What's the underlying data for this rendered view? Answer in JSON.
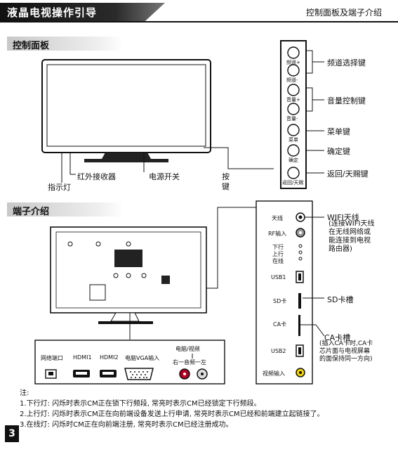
{
  "header": {
    "title": "液晶电视操作引导",
    "right_title": "控制面板及端子介绍"
  },
  "sections": {
    "control_panel": "控制面板",
    "terminals": "端子介绍"
  },
  "tv_labels": {
    "indicator": "指示灯",
    "ir_receiver": "红外接收器",
    "power_switch": "电源开关",
    "keys": "按\n键"
  },
  "side_buttons": {
    "ch_up": "频道+",
    "ch_down": "频道-",
    "vol_up": "音量+",
    "vol_down": "音量-",
    "menu": "菜单",
    "ok": "确定",
    "back": "返回/天赐"
  },
  "callouts": {
    "channel": "频道选择键",
    "volume": "音量控制键",
    "menu": "菜单键",
    "ok": "确定键",
    "back": "返回/天赐键"
  },
  "side_panel": {
    "antenna": "天线",
    "rf_in": "RF输入",
    "down": "下行",
    "up": "上行",
    "online": "在线",
    "usb1": "USB1",
    "sd": "SD卡",
    "ca": "CA卡",
    "usb2": "USB2",
    "video_in": "视频输入"
  },
  "side_callouts": {
    "wifi_title": "WIFI天线",
    "wifi_desc": [
      "(连接WIFI天线",
      "在无线网络或",
      "能连接到电视",
      "路由器)"
    ],
    "sd_slot": "SD卡槽",
    "ca_title": "CA卡槽",
    "ca_desc": [
      "(插入CA卡时,CA卡",
      "芯片面与电视屏幕",
      "的面保持同一方向)"
    ]
  },
  "bottom_panel": {
    "lan": "网络端口",
    "hdmi1": "HDMI1",
    "hdmi2": "HDMI2",
    "vga": "电脑VGA输入",
    "audio_title": "电脑/视频",
    "audio_sub": "右一音频一左"
  },
  "notes": {
    "title": "注:",
    "lines": [
      "1.下行灯: 闪烁时表示CM正在锁下行频段, 常亮时表示CM已经锁定下行频段。",
      "2.上行灯: 闪烁时表示CM正在向前端设备发送上行申请, 常亮时表示CM已经和前端建立起链接了。",
      "3.在线灯: 闪烁时CM正在向前端注册, 常亮时表示CM已经注册成功。"
    ]
  },
  "page_number": "3"
}
